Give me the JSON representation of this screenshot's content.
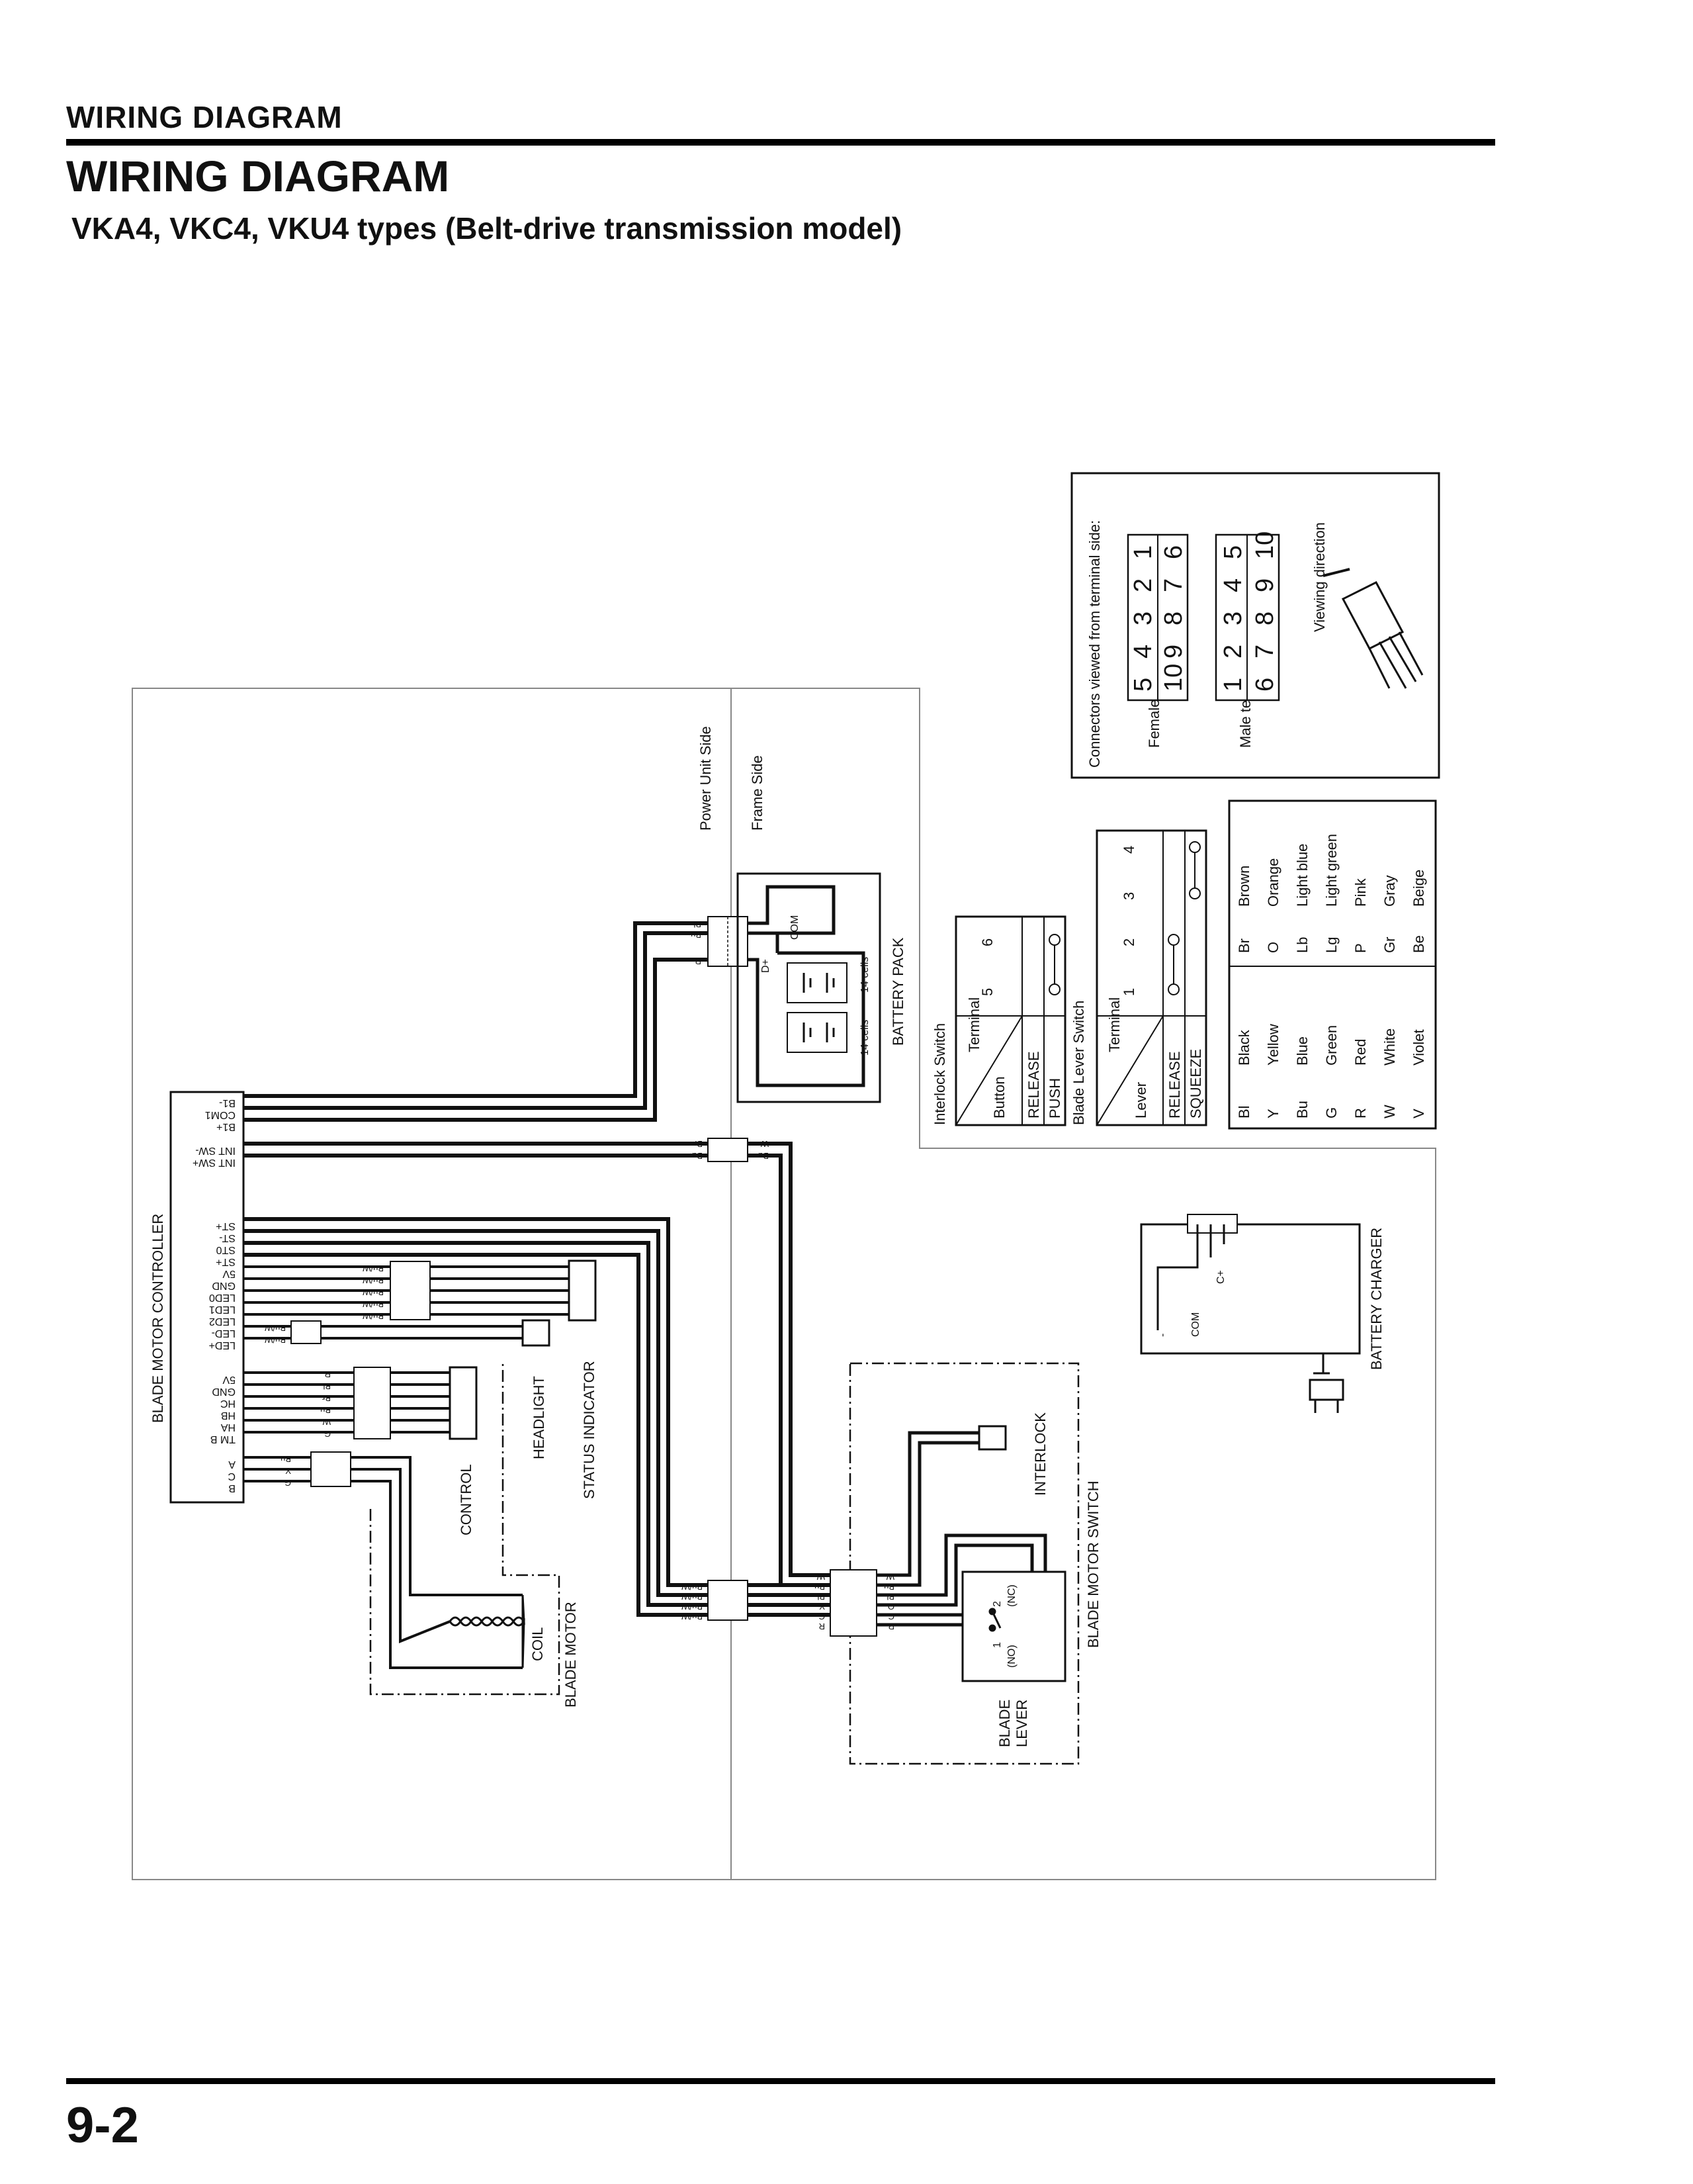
{
  "header": {
    "running_title": "WIRING DIAGRAM",
    "title": "WIRING DIAGRAM",
    "subtitle": "VKA4, VKC4, VKU4 types (Belt-drive transmission model)"
  },
  "footer": {
    "page_number": "9-2"
  },
  "diagram": {
    "side_labels": {
      "power_unit": "Power Unit Side",
      "frame": "Frame Side"
    },
    "components": {
      "controller": "BLADE MOTOR CONTROLLER",
      "battery_pack": "BATTERY PACK",
      "battery_charger": "BATTERY CHARGER",
      "blade_motor_switch": "BLADE MOTOR SWITCH",
      "interlock": "INTERLOCK",
      "blade_lever": [
        "BLADE",
        "LEVER"
      ],
      "status_indicator": "STATUS INDICATOR",
      "headlight": "HEADLIGHT",
      "control": "CONTROL",
      "coil": "COIL",
      "blade_motor": "BLADE MOTOR"
    },
    "controller_pins": {
      "group1": [
        "B1-",
        "COM1",
        "B1+"
      ],
      "group2": [
        "INT SW-",
        "INT SW+"
      ],
      "group3": [
        "ST+",
        "ST-",
        "ST0",
        "ST+",
        "5V",
        "GND",
        "LED0",
        "LED1",
        "LED2",
        "LED-",
        "LED+"
      ],
      "group4": [
        "5V",
        "GND",
        "HC",
        "HB",
        "HA",
        "TM B"
      ],
      "group5": [
        "A",
        "C",
        "B"
      ]
    },
    "battery_pack_labels": {
      "com": "COM",
      "d_plus": "D+",
      "minus": "-",
      "cells_a": "14 cells",
      "cells_b": "14 cells"
    },
    "battery_pack_wires": [
      "Bl",
      "Bu",
      "R"
    ],
    "charger_labels": {
      "c_plus": "C+",
      "com": "COM",
      "minus": "-"
    },
    "switch_labels": {
      "no": "(NO)",
      "nc": "(NC)",
      "pin1": "1",
      "pin2": "2"
    },
    "connector_wires": {
      "int_sw": [
        "Br",
        "Bu"
      ],
      "int_sw_frame": [
        "W",
        "Bu"
      ],
      "status": [
        "Bu/W",
        "Bu/W",
        "Bu/W",
        "Bu/W",
        "Bu/W"
      ],
      "headlight": [
        "Bu/W",
        "Bu/W"
      ],
      "control": [
        "R",
        "Bl",
        "Br",
        "Bu",
        "W",
        "G"
      ],
      "motor": [
        "Bu",
        "Y",
        "G"
      ],
      "blade_switch_left": [
        "Bu/W",
        "Bu/W",
        "Bu/W",
        "Bu/W"
      ],
      "blade_switch_right": [
        "W",
        "Bu",
        "Bl",
        "Y",
        "G",
        "R"
      ],
      "blade_switch_far": [
        "W",
        "Bu",
        "Bl",
        "O",
        "G",
        "R"
      ]
    },
    "connector_view": {
      "heading": "Connectors viewed from terminal side:",
      "female_label": "Female terminal",
      "male_label": "Male terminal",
      "viewing_direction": "Viewing direction",
      "female_rows": [
        [
          "5",
          "4",
          "3",
          "2",
          "1"
        ],
        [
          "10",
          "9",
          "8",
          "7",
          "6"
        ]
      ],
      "male_rows": [
        [
          "1",
          "2",
          "3",
          "4",
          "5"
        ],
        [
          "6",
          "7",
          "8",
          "9",
          "10"
        ]
      ]
    },
    "interlock_switch_table": {
      "title": "Interlock Switch",
      "header_label": "Terminal",
      "terminals": [
        "5",
        "6"
      ],
      "row_label": "Button",
      "rows": [
        "RELEASE",
        "PUSH"
      ]
    },
    "blade_lever_switch_table": {
      "title": "Blade Lever Switch",
      "header_label": "Terminal",
      "terminals": [
        "1",
        "2",
        "3",
        "4"
      ],
      "row_label": "Lever",
      "rows": [
        "RELEASE",
        "SQUEEZE"
      ]
    },
    "color_codes": [
      {
        "code": "Bl",
        "name": "Black"
      },
      {
        "code": "Y",
        "name": "Yellow"
      },
      {
        "code": "Bu",
        "name": "Blue"
      },
      {
        "code": "G",
        "name": "Green"
      },
      {
        "code": "R",
        "name": "Red"
      },
      {
        "code": "W",
        "name": "White"
      },
      {
        "code": "V",
        "name": "Violet"
      },
      {
        "code": "Br",
        "name": "Brown"
      },
      {
        "code": "O",
        "name": "Orange"
      },
      {
        "code": "Lb",
        "name": "Light blue"
      },
      {
        "code": "Lg",
        "name": "Light green"
      },
      {
        "code": "P",
        "name": "Pink"
      },
      {
        "code": "Gr",
        "name": "Gray"
      },
      {
        "code": "Be",
        "name": "Beige"
      }
    ]
  }
}
